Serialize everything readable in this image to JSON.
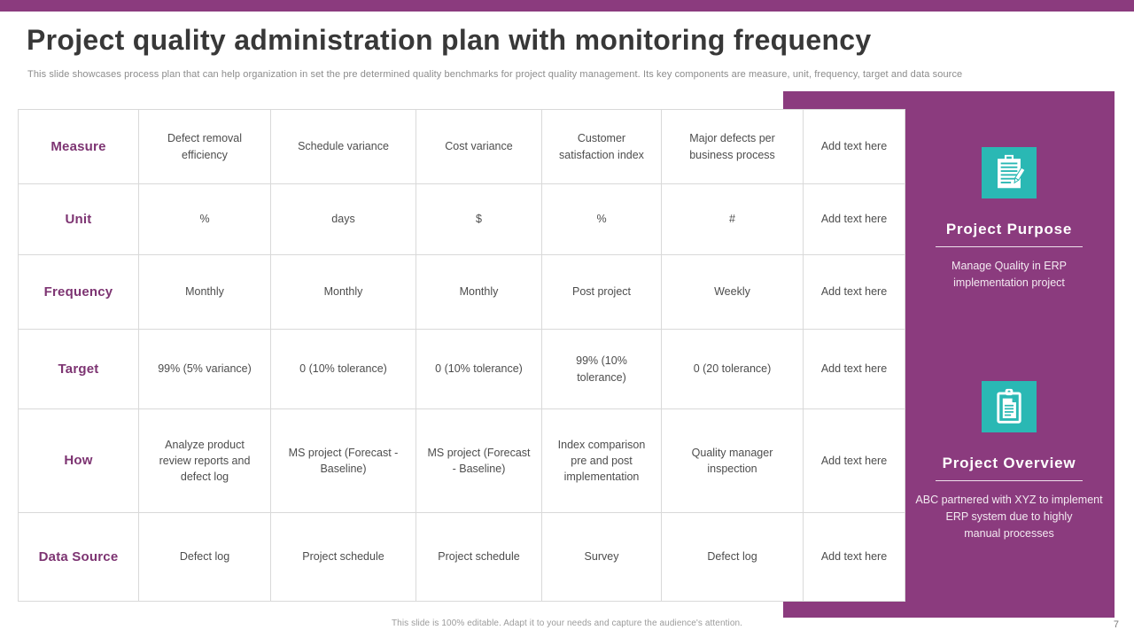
{
  "slide": {
    "title": "Project quality administration plan with monitoring frequency",
    "subtitle": "This slide showcases process plan that can help organization in set the pre determined quality benchmarks for project quality management. Its key components are measure, unit, frequency, target and data source",
    "footer_note": "This slide is 100% editable. Adapt it to your needs and capture the audience's attention.",
    "page_number": "7"
  },
  "table": {
    "rows": [
      {
        "label": "Measure",
        "cells": [
          "Defect removal efficiency",
          "Schedule variance",
          "Cost variance",
          "Customer satisfaction index",
          "Major defects per business process",
          "Add text here"
        ]
      },
      {
        "label": "Unit",
        "cells": [
          "%",
          "days",
          "$",
          "%",
          "#",
          "Add text here"
        ]
      },
      {
        "label": "Frequency",
        "cells": [
          "Monthly",
          "Monthly",
          "Monthly",
          "Post project",
          "Weekly",
          "Add text here"
        ]
      },
      {
        "label": "Target",
        "cells": [
          "99% (5% variance)",
          "0 (10% tolerance)",
          "0 (10% tolerance)",
          "99% (10% tolerance)",
          "0 (20 tolerance)",
          "Add text here"
        ]
      },
      {
        "label": "How",
        "cells": [
          "Analyze product review reports and defect log",
          "MS project (Forecast - Baseline)",
          "MS project (Forecast - Baseline)",
          "Index comparison pre and post implementation",
          "Quality manager inspection",
          "Add text here"
        ]
      },
      {
        "label": "Data Source",
        "cells": [
          "Defect log",
          "Project schedule",
          "Project schedule",
          "Survey",
          "Defect log",
          "Add text here"
        ]
      }
    ]
  },
  "sidebar": {
    "sections": [
      {
        "icon": "clipboard-pencil-icon",
        "title": "Project Purpose",
        "text": "Manage Quality in ERP implementation project"
      },
      {
        "icon": "clipboard-icon",
        "title": "Project Overview",
        "text": "ABC partnered with XYZ to implement ERP system due to highly\nmanual processes"
      }
    ]
  },
  "colors": {
    "brand_purple": "#8b3b7e",
    "accent_teal": "#2ab8b4",
    "row_label_purple": "#7d3472",
    "body_text": "#4d4d4d"
  }
}
